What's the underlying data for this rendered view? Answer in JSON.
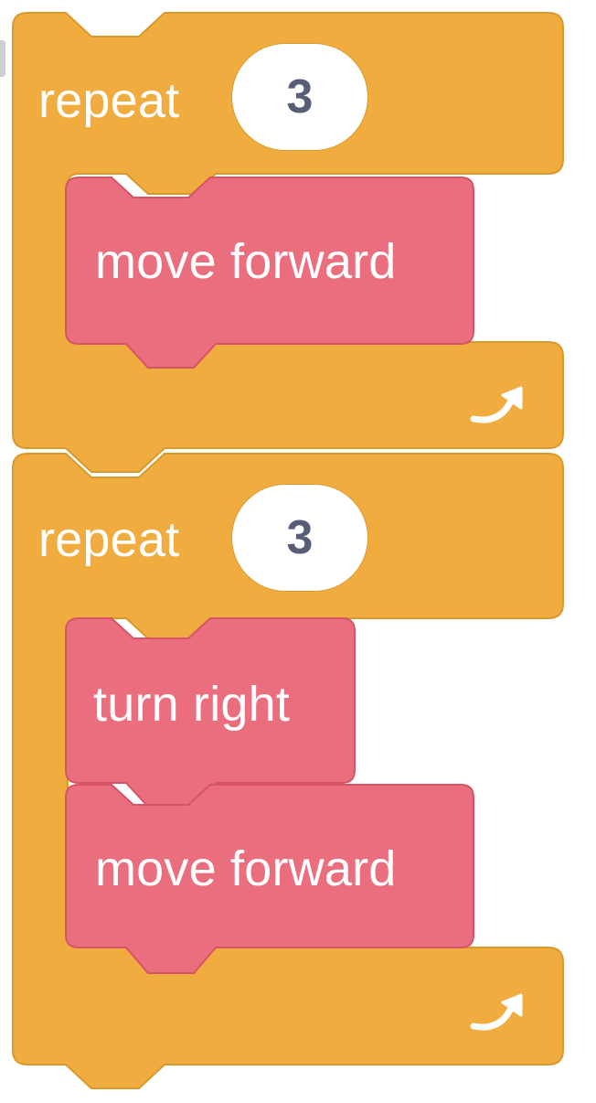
{
  "colors": {
    "control": "#F0AC3E",
    "control_stroke": "#D99A2D",
    "motion": "#EB6E7F",
    "motion_stroke": "#D65466",
    "field_bg": "#FFFFFF",
    "field_text": "#575E75",
    "label_text": "#FFFFFF"
  },
  "blocks": {
    "repeat_1": {
      "label": "repeat",
      "times": "3",
      "arrow_icon": "repeat-arrow-icon",
      "body": [
        {
          "label": "move forward"
        }
      ]
    },
    "repeat_2": {
      "label": "repeat",
      "times": "3",
      "arrow_icon": "repeat-arrow-icon",
      "body": [
        {
          "label": "turn right"
        },
        {
          "label": "move forward"
        }
      ]
    }
  }
}
